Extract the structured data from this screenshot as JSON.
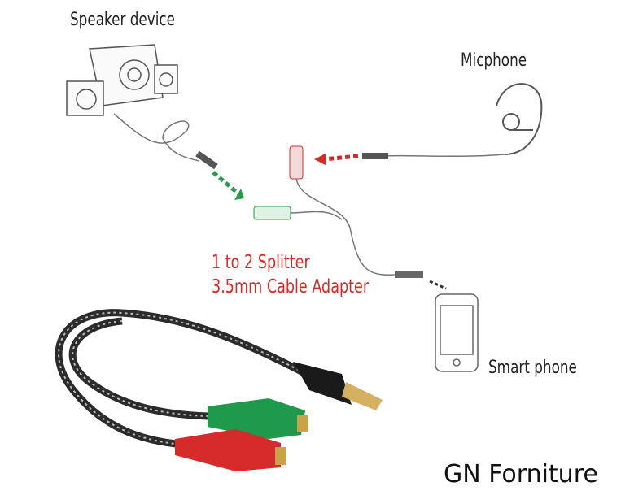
{
  "labels": {
    "speaker": "Speaker device",
    "mic": "Micphone",
    "phone": "Smart phone",
    "title_line1": "1 to 2 Splitter",
    "title_line2": "3.5mm Cable Adapter"
  },
  "brand": "GN Forniture",
  "colors": {
    "green": "#1f9a4c",
    "red": "#d62b2b",
    "cable": "#333333"
  }
}
